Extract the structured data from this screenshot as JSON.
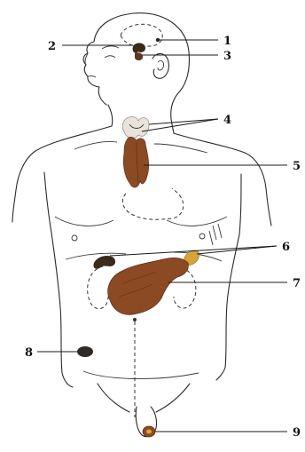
{
  "labels": [
    {
      "id": "1",
      "text": "1"
    },
    {
      "id": "2",
      "text": "2"
    },
    {
      "id": "3",
      "text": "3"
    },
    {
      "id": "4",
      "text": "4"
    },
    {
      "id": "5",
      "text": "5"
    },
    {
      "id": "6",
      "text": "6"
    },
    {
      "id": "7",
      "text": "7"
    },
    {
      "id": "8",
      "text": "8"
    },
    {
      "id": "9",
      "text": "9"
    }
  ],
  "colors": {
    "outline": "#2a2a2a",
    "organ_brown": "#8b4a24",
    "organ_dark": "#3a2a1a",
    "thyroid_light": "#e8e4dc",
    "adrenal_gold": "#d7a43a"
  }
}
